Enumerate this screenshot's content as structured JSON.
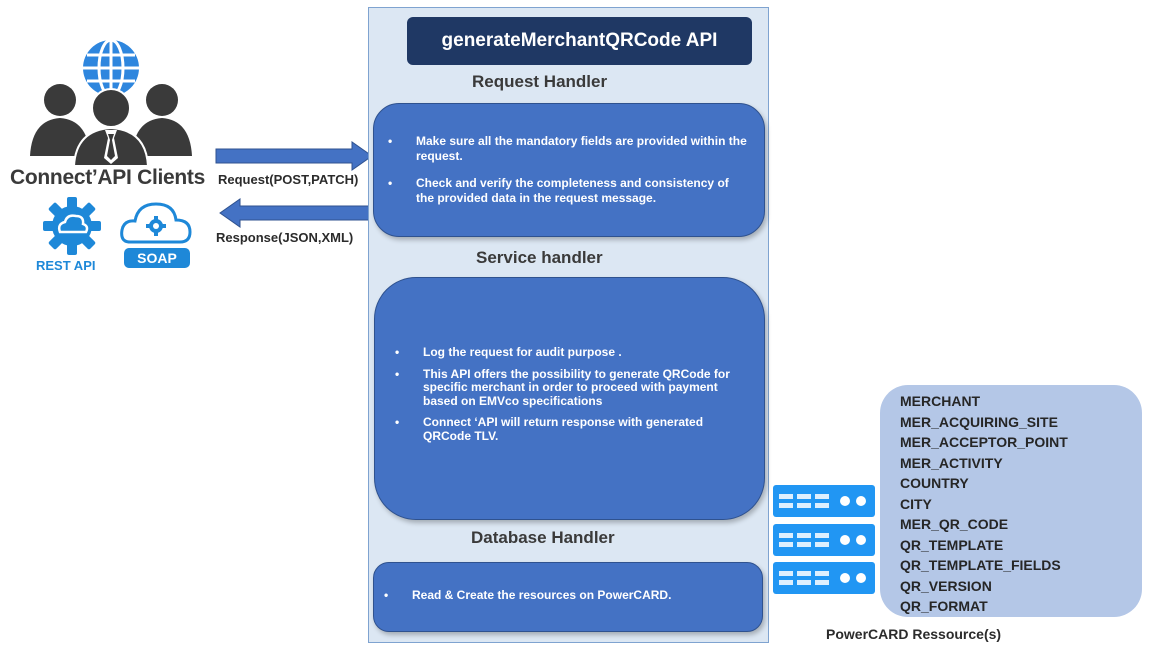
{
  "clients": {
    "title": "Connect’API Clients",
    "rest_label": "REST API",
    "soap_label": "SOAP"
  },
  "arrows": {
    "request_label": "Request(POST,PATCH)",
    "response_label": "Response(JSON,XML)"
  },
  "api": {
    "title": "generateMerchantQRCode API"
  },
  "request_handler": {
    "title": "Request Handler",
    "items": [
      "Make sure all the mandatory fields are provided within the request.",
      "Check and verify the completeness and consistency of the provided data in the request message."
    ]
  },
  "service_handler": {
    "title": "Service handler",
    "items": [
      "Log the request for audit purpose .",
      "This API offers the possibility to generate QRCode for specific merchant in order to proceed with payment based on EMVco specifications",
      "Connect ‘API will return response with generated QRCode TLV."
    ]
  },
  "database_handler": {
    "title": "Database Handler",
    "items": [
      "Read & Create the resources on PowerCARD."
    ]
  },
  "resources": {
    "caption": "PowerCARD Ressource(s)",
    "items": [
      "MERCHANT",
      "MER_ACQUIRING_SITE",
      "MER_ACCEPTOR_POINT",
      "MER_ACTIVITY",
      "COUNTRY",
      "CITY",
      "MER_QR_CODE",
      "QR_TEMPLATE",
      "QR_TEMPLATE_FIELDS",
      "QR_VERSION",
      "QR_FORMAT"
    ]
  },
  "colors": {
    "panel_bg": "#dce7f3",
    "title_bar": "#1f3864",
    "handler_box": "#4472c4",
    "resources_bg": "#b4c7e7",
    "rest_blue": "#1e88d8",
    "server_blue": "#2196f3",
    "icon_dark": "#3a3a3a"
  },
  "icons": {
    "clients": "users-globe-icon",
    "rest": "gear-cloud-icon",
    "soap": "cloud-gear-icon",
    "server": "server-stack-icon"
  }
}
